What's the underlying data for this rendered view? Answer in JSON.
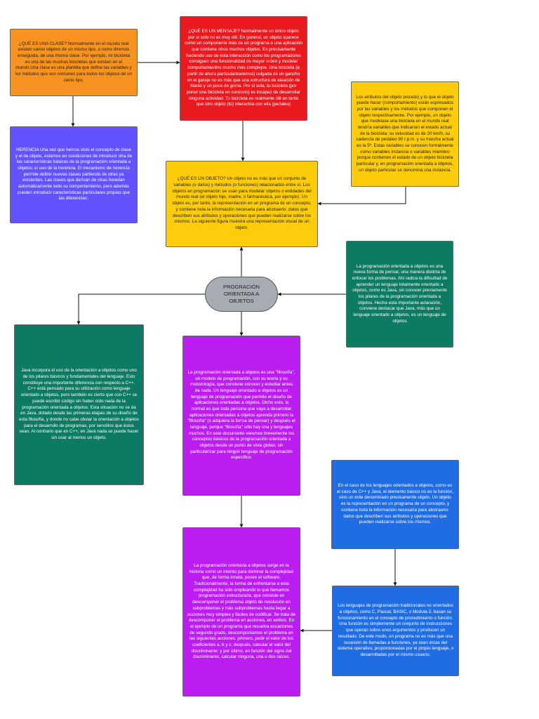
{
  "central_node": "PROGRACIÓN ORIENTADA A OBJETOS",
  "nodes": {
    "que_es_clase": "¿QUÉ ES UNA CLASE? Normalmente en el mundo real existen varios objetos de un mismo tipo, o como diremos enseguida, de una misma clase. Por ejemplo, mi bicicleta es una de las muchas bicicletas que existen en el mundo.Una clase es una plantilla que define las variables y los métodos que son comunes para todos los objetos de un cierto tipo.",
    "que_es_mensaje": "¿QUÉ ES UN MENSAJE? Normalmente un único objeto por sí solo no es muy útil. En general, un objeto aparece como un componente más de un programa o una aplicación que contiene otros muchos objetos. Es precisamente haciendo uso de esta interacción como los programadores consiguen una funcionalidad de mayor orden y modelar comportamientos mucho más complejos. Una bicicleta (a partir de ahora particularizaremos) colgada de un gancho en el garaje no es más que una estructura de aleación de titanio y un poco de goma. Por sí sola, tu bicicleta (por poner una bicicleta en concreto) es incapaz de desarrollar ninguna actividad. Tu bicicleta es realmente útil en tanto que otro objeto (tú) interactúa con ella (pedalea)",
    "atributos": "Los atributos del objeto (estado) y lo que el objeto puede hacer (comportamiento) están expresados por las variables y los métodos que componen el objeto respectivamente. Por ejemplo, un objeto que modelase una bicicleta en el mundo real tendría variables que indicarían el estado actual de la bicicleta: su velocidad es de 20 km/h, su cadencia de pedaleo 90 r.p.m. y su marcha actual es la 5ª. Estas variables se conocen formalmente como variables instancia o variables miembro porque contienen el estado de un objeto bicicleta particular y, en programación orientada a objetos, un objeto particular se denomina una instancia.",
    "herencia": "HERENCIA Una vez que hemos visto el concepto de clase y el de objeto, estamos en condiciones de introducir otra de las características básicas de la programación orientada a objetos: el uso de la herencia. El mecanismo de herencia permite definir nuevas clases partiendo de otras ya existentes. Las clases que derivan de otras heredan automáticamente todo su comportamiento, pero además pueden introducir características particulares propias que las diferencian.",
    "que_es_objeto": "¿QUÉ ES UN OBJETO? Un objeto no es más que un conjunto de variables (o datos) y métodos (o funciones) relacionados entre sí. Los objetos en programación se usan para modelar objetos o entidades del mundo real (el objeto hijo, madre, o farmacéutica, por ejemplo). Un objeto es, por tanto, la representación en un programa de un concepto, y contiene toda la información necesaria para abstraerlo: datos que describen sus atributos y operaciones que pueden realizarse sobre los mismos. La siguiente figura muestra una representación visual de un objeto.",
    "nueva_forma": "La programación orientada a objetos es una nueva forma de pensar, una manera distinta de enfocar los problemas. Ahí radica la dificultad de aprender un lenguaje totalmente orientado a objetos, como es Java, sin conocer previamente los pilares de la programación orientada a objetos. Hecha esta importante aclaración, conviene destacar que Java, más que un lenguaje orientado a objetos, es un lenguaje de objetos",
    "java_incorpora": "Java incorpora el uso de la orientación a objetos como uno de los pilares básicos y fundamentales del lenguaje. Esto constituye una importante diferencia con respecto a C++. C++ está pensado para su utilización como lenguaje orientado a objetos, pero también es cierto que con C++ se puede escribir código sin haber oído nada de la programación orientada a objetos. Esta situación no se da en Java, dotado desde las primeras etapas de su diseño de esta filosofía, y donde no cabe obviar la orientación a objetos para el desarrollo de programas, por sencillos que éstos sean. Al contrario que en C++, en Java nada se puede hacer sin usar al menos un objeto.",
    "filosofia": "La programación orientada a objetos es una \"filosofía\", un modelo de programación, con su teoría y su metodología, que conviene conocer y estudiar antes de nada. Un lenguaje orientado a objetos es un lenguaje de programación que permite el diseño de aplicaciones orientadas a objetos. Dicho esto, lo normal es que toda persona que vaya a desarrollar aplicaciones orientadas a objetos aprenda primero la \"filosofía\" (o adquiera la forma de pensar) y después el lenguaje, porque \"filosofía\" sólo hay una y lenguajes muchos. En este documento veremos brevemente los conceptos básicos de la programación orientada a objetos desde un punto de vista global, sin particularizar para ningún lenguaje de programación específico.",
    "funcion_basica": "En el caso de los lenguajes orientados a objetos, como es el caso de C++ y Java, el elemento básico no es la función, sino un ente denominado precisamente objeto. Un objeto es la representación en un programa de un concepto, y contiene toda la información necesaria para abstraerlo: datos que describen sus atributos y operaciones que pueden realizarse sobre los mismos.",
    "historia": "La programación orientada a objetos surge en la historia como un intento para dominar la complejidad que, de forma innata, posee el software. Tradicionalmente, la forma de enfrentarse a esta complejidad ha sido empleando lo que llamamos programación estructurada, que consiste en descomponer el problema objeto de resolución en subproblemas y más subproblemas hasta llegar a acciones muy simples y fáciles de codificar. Se trata de descomponer el problema en acciones, en verbos. En el ejemplo de un programa que resuelva ecuaciones de segundo grado, descomponíamos el problema en las siguientes acciones: primero, pedir el valor de los coeficientes a, b y c; después, calcular el valor del discriminante; y por último, en función del signo del discriminante, calcular ninguna, una o dos raíces.",
    "lenguajes_tradicionales": "Los lenguajes de programación tradicionales no orientados a objetos, como C, Pascal, BASIC, o Modula-2, basan su funcionamiento en el concepto de procedimiento o función. Una función es simplemente un conjunto de instrucciones que operan sobre unos argumentos y producen un resultado. De este modo, un programa no es más que una sucesión de llamadas a funciones, ya sean éstas del sistema operativo, proporcionadas por el propio lenguaje, o desarrolladas por el mismo usuario."
  },
  "colors": {
    "orange": "#f7931e",
    "red": "#e8191f",
    "yellow": "#ffcc0c",
    "violet_blue": "#6352ff",
    "teal": "#0d7a63",
    "purple": "#bb1cf0",
    "blue": "#1f6ce3",
    "gray": "#a7acb3"
  }
}
